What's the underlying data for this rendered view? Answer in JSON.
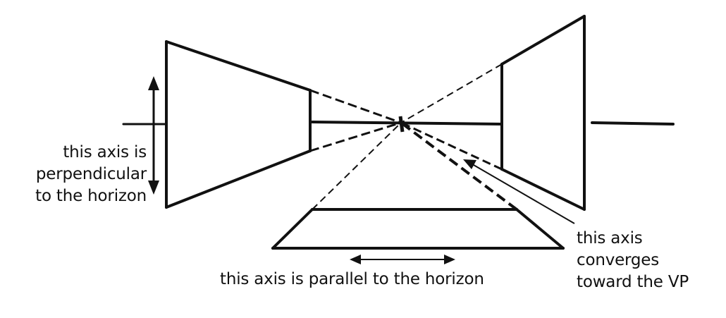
{
  "labels": {
    "perpendicular": [
      "this axis is",
      "perpendicular",
      "to the horizon"
    ],
    "parallel": "this axis is parallel to the horizon",
    "converges": [
      "this axis",
      "converges",
      "toward the VP"
    ]
  },
  "colors": {
    "ink": "#111111",
    "background": "#ffffff"
  }
}
